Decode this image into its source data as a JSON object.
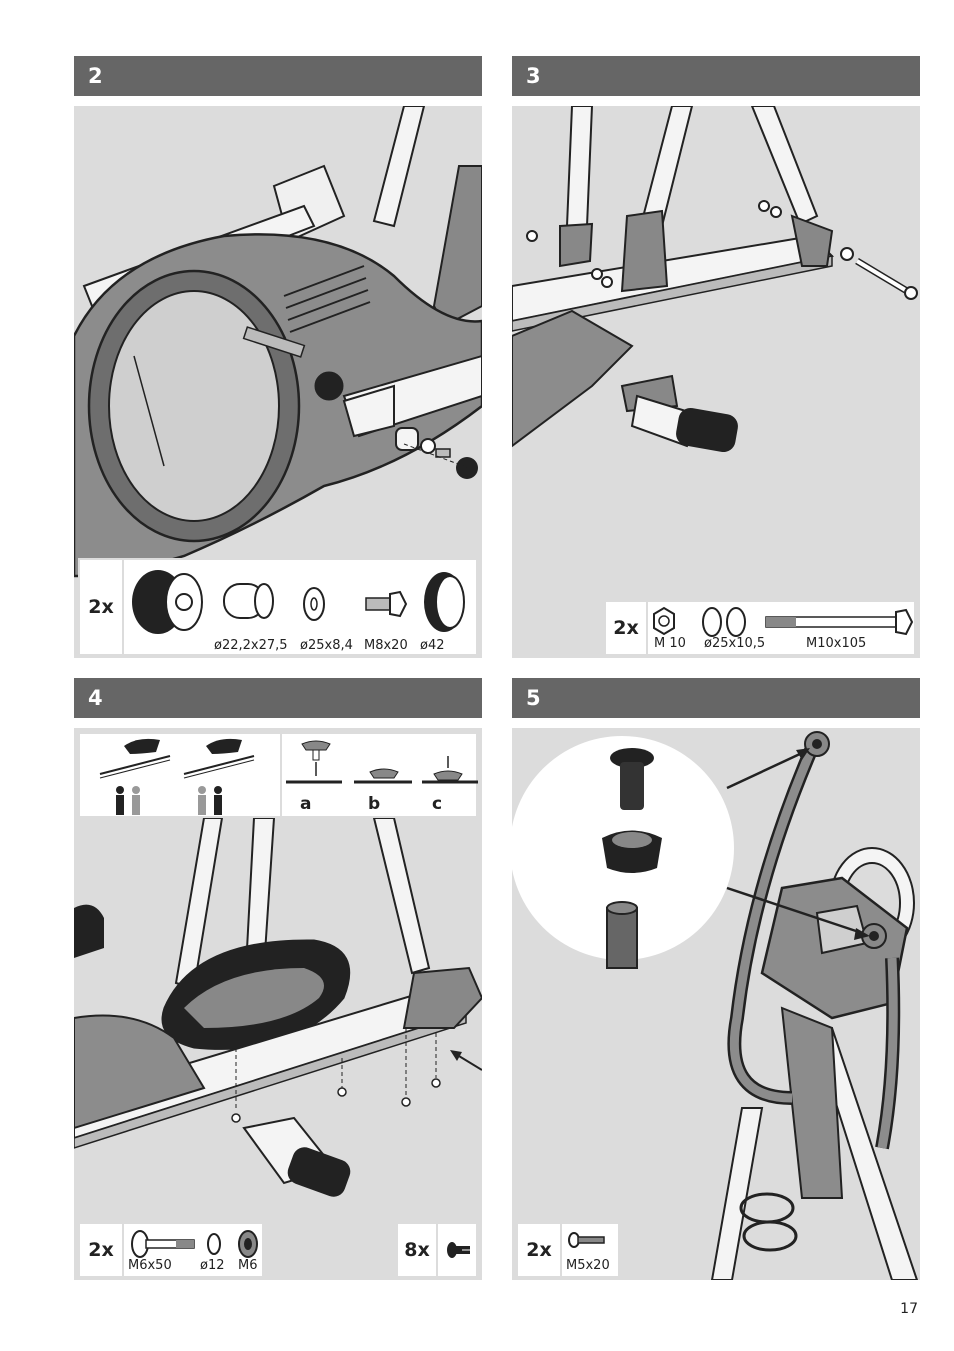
{
  "page_number": "17",
  "steps": [
    {
      "number": "2",
      "count": "2x",
      "parts": [
        "ø22,2x27,5",
        "ø25x8,4",
        "M8x20",
        "ø42"
      ]
    },
    {
      "number": "3",
      "count": "2x",
      "parts": [
        "M 10",
        "ø25x10,5",
        "M10x105"
      ]
    },
    {
      "number": "4",
      "count": "2x",
      "parts": [
        "M6x50",
        "ø12",
        "M6"
      ],
      "count_b": "8x",
      "sub_steps": [
        "a",
        "b",
        "c"
      ]
    },
    {
      "number": "5",
      "count": "2x",
      "parts": [
        "M5x20"
      ]
    }
  ]
}
